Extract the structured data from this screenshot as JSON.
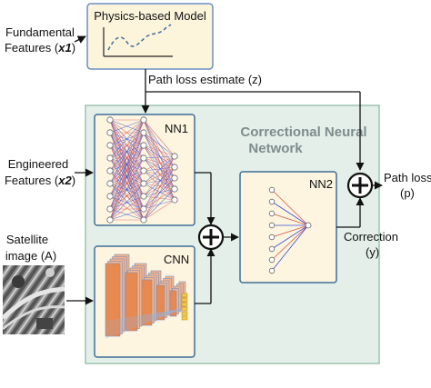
{
  "inputs": {
    "fundamental_line1": "Fundamental",
    "fundamental_line2": "Features (",
    "fundamental_var": "x1",
    "fundamental_close": ")",
    "engineered_line1": "Engineered",
    "engineered_line2": "Features (",
    "engineered_var": "x2",
    "engineered_close": ")",
    "satellite_line1": "Satellite",
    "satellite_line2": "image (A)"
  },
  "physics_model": {
    "title": "Physics-based Model"
  },
  "path_loss_estimate": "Path loss estimate (z)",
  "cnn_block": {
    "title_line1": "Correctional Neural",
    "title_line2": "Network"
  },
  "nn1": {
    "label": "NN1"
  },
  "nn2": {
    "label": "NN2"
  },
  "cnn": {
    "label": "CNN"
  },
  "output": {
    "line1": "Path loss",
    "line2": "(p)"
  },
  "correction": {
    "line1": "Correction",
    "line2": "(y)"
  },
  "colors": {
    "physics_fill": "#fdf4dc",
    "physics_border": "#6d8fc4",
    "cnn_fill": "#e3efe8",
    "cnn_border": "#9ec3b0",
    "inner_fill": "#fdf5df",
    "title_color": "#7f8c8d",
    "curve": "#3f6f97",
    "red_edge": "#d9534f",
    "blue_edge": "#3b4fd1"
  }
}
